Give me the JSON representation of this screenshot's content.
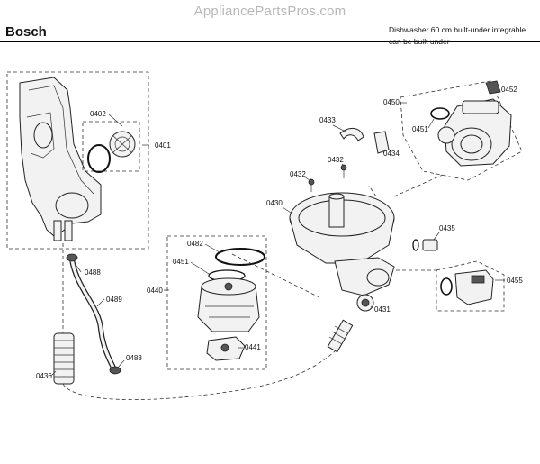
{
  "header": {
    "watermark": "AppliancePartsPros.com",
    "brand": "Bosch",
    "description_line1": "Dishwasher 60 cm built-under integrable",
    "description_line2": "can be built under"
  },
  "parts": {
    "p0401": "0401",
    "p0402": "0402",
    "p0488a": "0488",
    "p0489": "0489",
    "p0436": "0436",
    "p0488b": "0488",
    "p0482": "0482",
    "p0451a": "0451",
    "p0440": "0440",
    "p0441": "0441",
    "p0433": "0433",
    "p0432a": "0432",
    "p0432b": "0432",
    "p0434": "0434",
    "p0450": "0450",
    "p0451b": "0451",
    "p0452": "0452",
    "p0430": "0430",
    "p0435": "0435",
    "p0431": "0431",
    "p0455": "0455"
  }
}
